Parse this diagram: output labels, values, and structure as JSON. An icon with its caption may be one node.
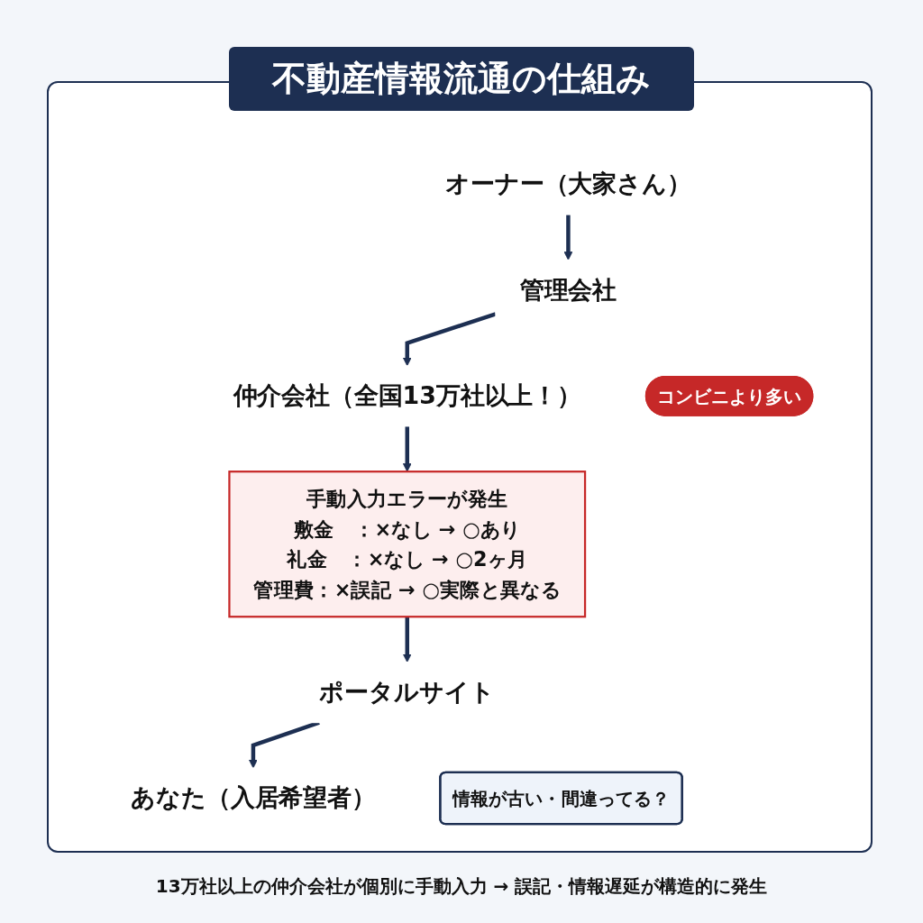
{
  "diagram": {
    "title": "不動産情報流通の仕組み",
    "nodes": [
      {
        "text": [
          "オーナー（大家さん）"
        ]
      },
      {
        "text": [
          "管理会社"
        ]
      },
      {
        "text": [
          "仲介会社（全国13万社以上！）"
        ]
      },
      {
        "text": [
          "コンビニより多い"
        ]
      },
      {
        "text": [
          "手動入力エラーが発生",
          "敷金　：×なし → ○あり",
          "礼金　：×なし → ○2ヶ月",
          "管理費：×誤記 → ○実際と異なる"
        ]
      },
      {
        "text": [
          "ポータルサイト"
        ]
      },
      {
        "text": [
          "情報が古い・間違ってる？"
        ]
      },
      {
        "text": [
          "あなた（入居希望者）"
        ]
      }
    ],
    "edges": [
      {
        "from": 0,
        "to": 1,
        "arrow": "to"
      },
      {
        "from": 1,
        "to": 2,
        "arrow": "to"
      },
      {
        "from": 2,
        "to": 4,
        "arrow": "to"
      },
      {
        "from": 4,
        "to": 5,
        "arrow": "to"
      },
      {
        "from": 5,
        "to": 7,
        "arrow": "to"
      }
    ],
    "caption": "13万社以上の仲介会社が個別に手動入力 → 誤記・情報遅延が構造的に発生"
  }
}
